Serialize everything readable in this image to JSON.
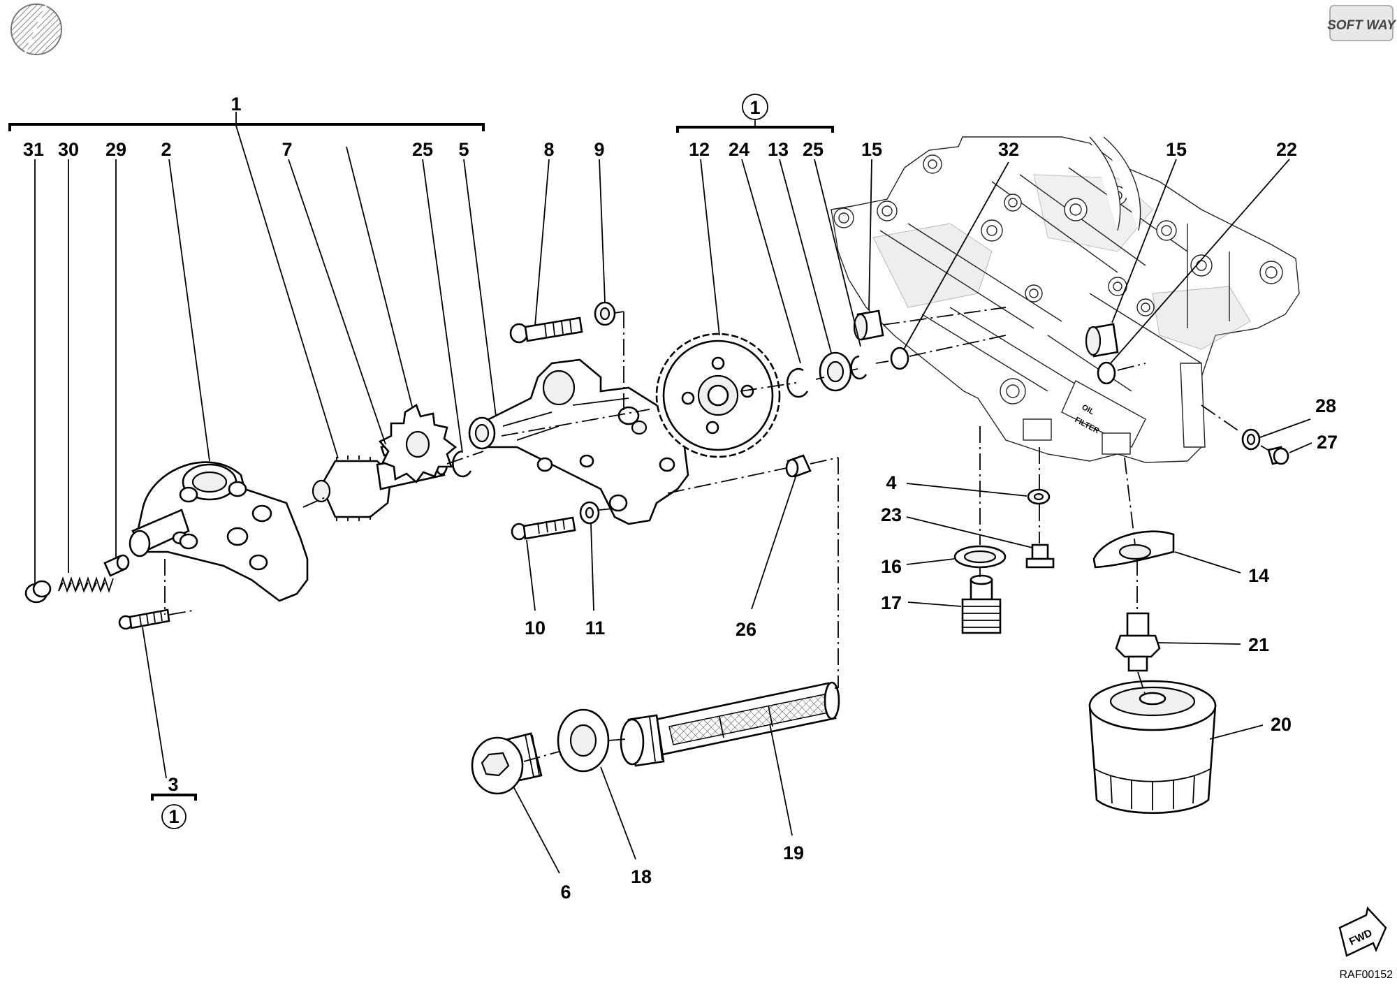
{
  "header": {
    "logo": "SOFT WAY",
    "drawing_code": "RAF00152",
    "direction_label": "FWD"
  },
  "groups": {
    "main": "1",
    "gear_group_symbol": "1",
    "screw_group_label": "3",
    "screw_group_symbol": "1"
  },
  "case_labels": {
    "oil": "OIL",
    "filter": "FILTER"
  },
  "callouts": [
    {
      "id": "c31",
      "text": "31"
    },
    {
      "id": "c30",
      "text": "30"
    },
    {
      "id": "c29",
      "text": "29"
    },
    {
      "id": "c2",
      "text": "2"
    },
    {
      "id": "c7",
      "text": "7"
    },
    {
      "id": "c25a",
      "text": "25"
    },
    {
      "id": "c5",
      "text": "5"
    },
    {
      "id": "c8",
      "text": "8"
    },
    {
      "id": "c9",
      "text": "9"
    },
    {
      "id": "c12",
      "text": "12"
    },
    {
      "id": "c24",
      "text": "24"
    },
    {
      "id": "c13",
      "text": "13"
    },
    {
      "id": "c25b",
      "text": "25"
    },
    {
      "id": "c15a",
      "text": "15"
    },
    {
      "id": "c32",
      "text": "32"
    },
    {
      "id": "c15b",
      "text": "15"
    },
    {
      "id": "c22",
      "text": "22"
    },
    {
      "id": "c28",
      "text": "28"
    },
    {
      "id": "c27",
      "text": "27"
    },
    {
      "id": "c4",
      "text": "4"
    },
    {
      "id": "c23",
      "text": "23"
    },
    {
      "id": "c16",
      "text": "16"
    },
    {
      "id": "c17",
      "text": "17"
    },
    {
      "id": "c14",
      "text": "14"
    },
    {
      "id": "c21",
      "text": "21"
    },
    {
      "id": "c20",
      "text": "20"
    },
    {
      "id": "c10",
      "text": "10"
    },
    {
      "id": "c11",
      "text": "11"
    },
    {
      "id": "c26",
      "text": "26"
    },
    {
      "id": "c19",
      "text": "19"
    },
    {
      "id": "c18",
      "text": "18"
    },
    {
      "id": "c6",
      "text": "6"
    }
  ]
}
